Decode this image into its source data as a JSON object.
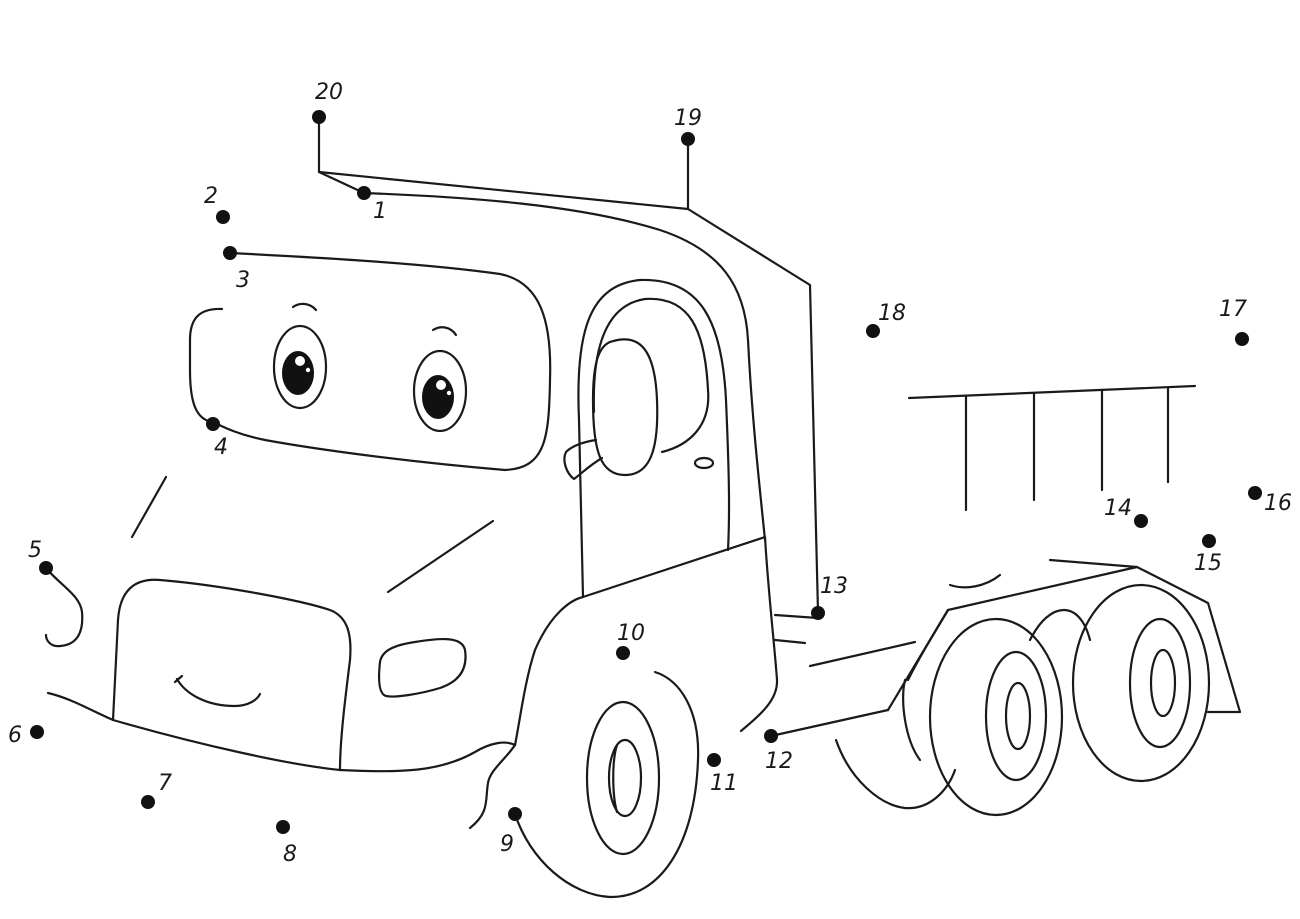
{
  "puzzle": {
    "dots": [
      {
        "n": "1"
      },
      {
        "n": "2"
      },
      {
        "n": "3"
      },
      {
        "n": "4"
      },
      {
        "n": "5"
      },
      {
        "n": "6"
      },
      {
        "n": "7"
      },
      {
        "n": "8"
      },
      {
        "n": "9"
      },
      {
        "n": "10"
      },
      {
        "n": "11"
      },
      {
        "n": "12"
      },
      {
        "n": "13"
      },
      {
        "n": "14"
      },
      {
        "n": "15"
      },
      {
        "n": "16"
      },
      {
        "n": "17"
      },
      {
        "n": "18"
      },
      {
        "n": "19"
      },
      {
        "n": "20"
      }
    ]
  },
  "colors": {
    "ink": "#1a1a1a",
    "paper": "#ffffff"
  }
}
